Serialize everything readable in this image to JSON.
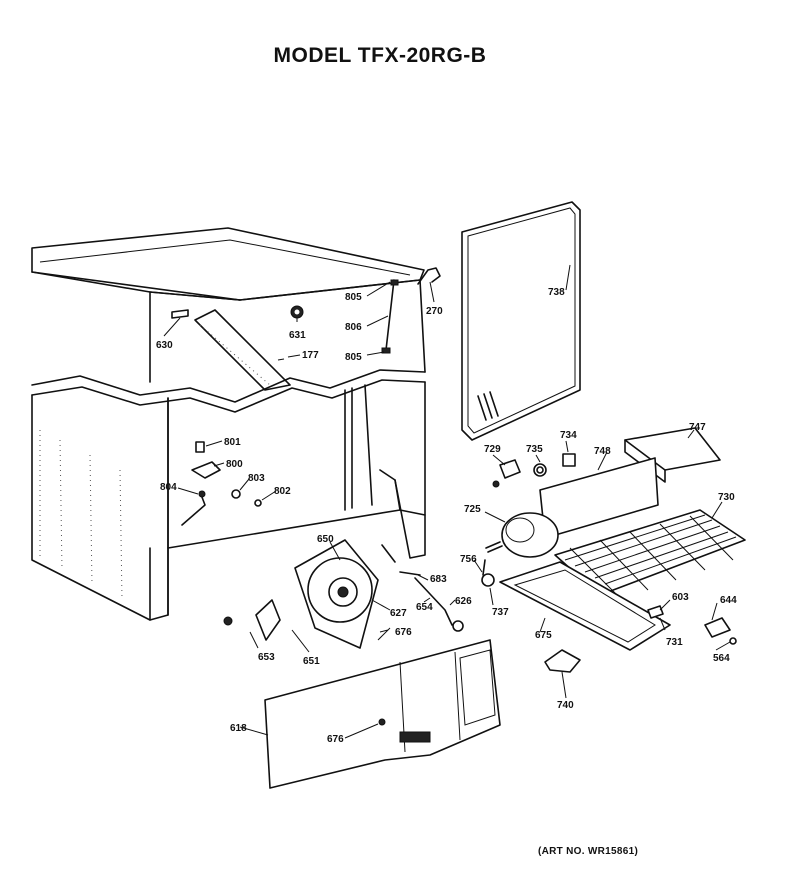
{
  "title": "MODEL TFX-20RG-B",
  "art_number": "(ART NO. WR15861)",
  "part_labels": [
    {
      "id": "630",
      "text": "630"
    },
    {
      "id": "631",
      "text": "631"
    },
    {
      "id": "177",
      "text": "177"
    },
    {
      "id": "805a",
      "text": "805"
    },
    {
      "id": "806",
      "text": "806"
    },
    {
      "id": "805b",
      "text": "805"
    },
    {
      "id": "270",
      "text": "270"
    },
    {
      "id": "738",
      "text": "738"
    },
    {
      "id": "801",
      "text": "801"
    },
    {
      "id": "800",
      "text": "800"
    },
    {
      "id": "804",
      "text": "804"
    },
    {
      "id": "803",
      "text": "803"
    },
    {
      "id": "802",
      "text": "802"
    },
    {
      "id": "729",
      "text": "729"
    },
    {
      "id": "735",
      "text": "735"
    },
    {
      "id": "734",
      "text": "734"
    },
    {
      "id": "748",
      "text": "748"
    },
    {
      "id": "747",
      "text": "747"
    },
    {
      "id": "730",
      "text": "730"
    },
    {
      "id": "725",
      "text": "725"
    },
    {
      "id": "650",
      "text": "650"
    },
    {
      "id": "683",
      "text": "683"
    },
    {
      "id": "756",
      "text": "756"
    },
    {
      "id": "627",
      "text": "627"
    },
    {
      "id": "654",
      "text": "654"
    },
    {
      "id": "626",
      "text": "626"
    },
    {
      "id": "737",
      "text": "737"
    },
    {
      "id": "603",
      "text": "603"
    },
    {
      "id": "644",
      "text": "644"
    },
    {
      "id": "676a",
      "text": "676"
    },
    {
      "id": "675",
      "text": "675"
    },
    {
      "id": "731",
      "text": "731"
    },
    {
      "id": "564",
      "text": "564"
    },
    {
      "id": "653",
      "text": "653"
    },
    {
      "id": "651",
      "text": "651"
    },
    {
      "id": "740",
      "text": "740"
    },
    {
      "id": "618",
      "text": "618"
    },
    {
      "id": "676b",
      "text": "676"
    }
  ]
}
